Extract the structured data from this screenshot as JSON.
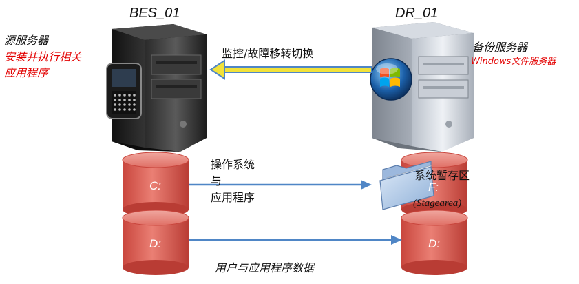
{
  "servers": {
    "source": {
      "title": "BES_01",
      "role": "源服务器",
      "desc_line1": "安装并执行相关",
      "desc_line2": "应用程序"
    },
    "backup": {
      "title": "DR_01",
      "role": "备份服务器",
      "desc": "Windows文件服务器"
    }
  },
  "flows": {
    "monitor": "监控/故障移转切换",
    "os_app_line1": "操作系统",
    "os_app_line2": "与",
    "os_app_line3": "应用程序",
    "user_data": "用户与应用程序数据"
  },
  "disks": {
    "source_c": "C:",
    "source_d": "D:",
    "backup_f": "F:",
    "backup_d": "D:"
  },
  "stage": {
    "label": "系统暂存区",
    "sublabel": "(Stagearea)"
  },
  "colors": {
    "disk_red": "#d9534a",
    "arrow_blue": "#4f86c6",
    "arrow_yellow": "#f2e23a",
    "label_red": "#e30000"
  }
}
